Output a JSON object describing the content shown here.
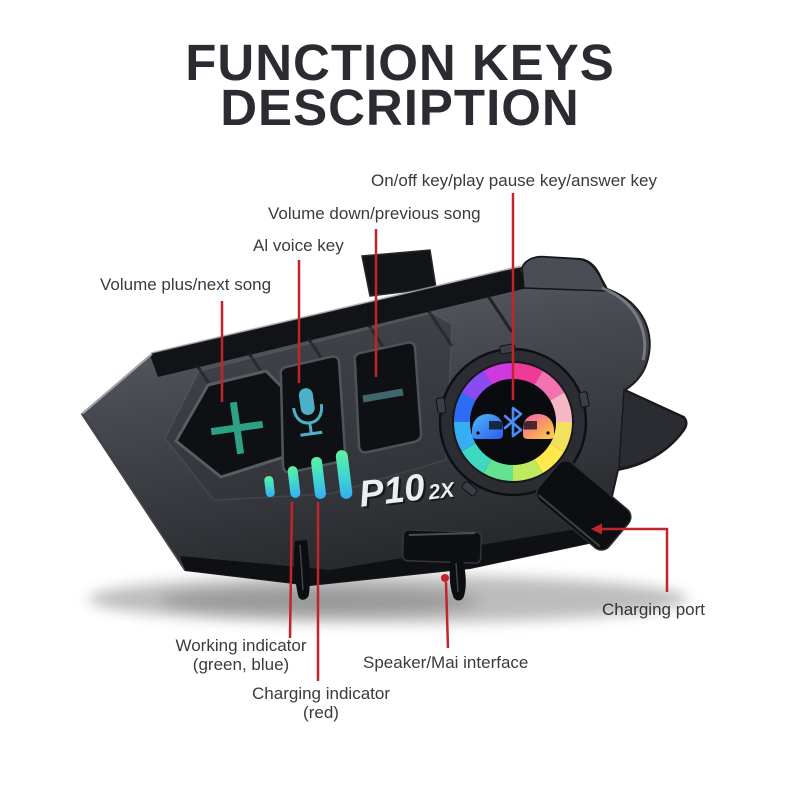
{
  "title": {
    "line1": "FUNCTION KEYS",
    "line2": "DESCRIPTION"
  },
  "callouts": {
    "on_off": "On/off key/play pause key/answer key",
    "volume_down": "Volume down/previous song",
    "ai_voice": "Al voice key",
    "volume_plus": "Volume plus/next song",
    "charging_port": "Charging port",
    "working_indicator": "Working indicator",
    "working_indicator_sub": "(green, blue)",
    "charging_indicator": "Charging indicator",
    "charging_indicator_sub": "(red)",
    "speaker": "Speaker/Mai interface"
  },
  "device": {
    "logo_main": "P10",
    "logo_suffix": "2X",
    "button_icons": [
      "plus-icon",
      "mic-icon",
      "minus-icon",
      "bluetooth-icon",
      "helmet-left-icon",
      "helmet-right-icon"
    ],
    "indicator_led_count": 4
  },
  "colors": {
    "callout_red": "#c2242c",
    "title_text": "#2b2c32",
    "label_text": "#3b3b3b",
    "button_teal": "#2ca186",
    "mic_teal": "#4db0c6",
    "minus_teal": "#41666c",
    "led_green": "#5df2a0",
    "led_blue": "#33aff0",
    "bluetooth_blue": "#4b8cf7"
  }
}
